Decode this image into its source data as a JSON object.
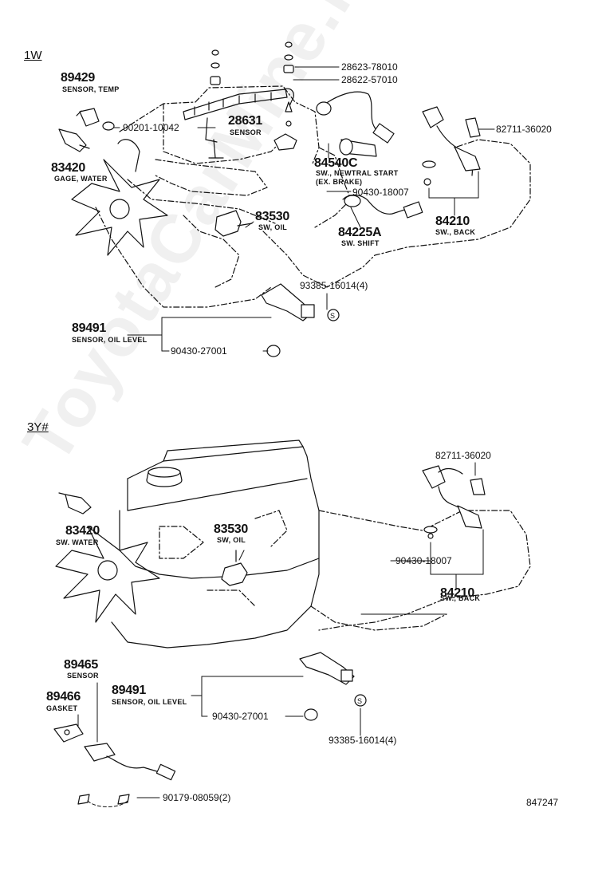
{
  "sections": [
    {
      "id": "1W",
      "label": "1W",
      "parts": [
        {
          "key": "p89429",
          "number": "89429",
          "name": "SENSOR, TEMP"
        },
        {
          "key": "p83420",
          "number": "83420",
          "name": "GAGE, WATER"
        },
        {
          "key": "p28631",
          "number": "28631",
          "name": "SENSOR"
        },
        {
          "key": "p83530",
          "number": "83530",
          "name": "SW, OIL"
        },
        {
          "key": "p84540C",
          "number": "84540C",
          "name": "SW., NEWTRAL START",
          "sub": "(EX. BRAKE)"
        },
        {
          "key": "p84225A",
          "number": "84225A",
          "name": "SW. SHIFT"
        },
        {
          "key": "p84210",
          "number": "84210",
          "name": "SW., BACK"
        },
        {
          "key": "p89491",
          "number": "89491",
          "name": "SENSOR, OIL LEVEL"
        }
      ],
      "codes": [
        "28623-78010",
        "28622-57010",
        "90201-10042",
        "82711-36020",
        "90430-18007",
        "93385-16014(4)",
        "90430-27001"
      ]
    },
    {
      "id": "3Y#",
      "label": "3Y#",
      "parts": [
        {
          "key": "p83420",
          "number": "83420",
          "name": "SW. WATER"
        },
        {
          "key": "p83530",
          "number": "83530",
          "name": "SW, OIL"
        },
        {
          "key": "p89465",
          "number": "89465",
          "name": "SENSOR"
        },
        {
          "key": "p89466",
          "number": "89466",
          "name": "GASKET"
        },
        {
          "key": "p89491",
          "number": "89491",
          "name": "SENSOR, OIL LEVEL"
        },
        {
          "key": "p84210",
          "number": "84210",
          "name": "SW., BACK"
        }
      ],
      "codes": [
        "82711-36020",
        "90430-18007",
        "90430-27001",
        "93385-16014(4)",
        "90179-08059(2)"
      ]
    }
  ],
  "figure_id": "847247",
  "watermark": "ToyotaCarMine.ru",
  "colors": {
    "ink": "#111111",
    "paper": "#ffffff",
    "watermark": "#a0a0a0"
  }
}
